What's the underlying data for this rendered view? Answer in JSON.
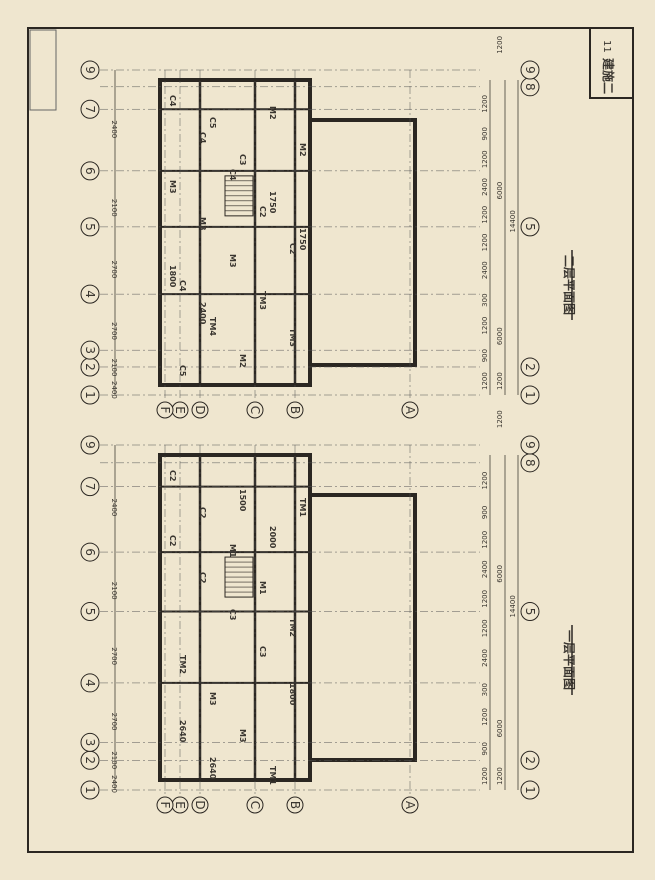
{
  "title_block": {
    "sheet_no": "11",
    "sheet_title": "建施二"
  },
  "plans": [
    {
      "title": "二层平面图",
      "total_dim": "14400",
      "dims_outer": [
        "1200",
        "900",
        "1200",
        "300",
        "2400",
        "1200",
        "1200",
        "2400",
        "1200",
        "900",
        "1200"
      ],
      "dims_mid": [
        "1200",
        "6000",
        "6000",
        "1200"
      ],
      "tags": [
        "C4",
        "C4",
        "C4",
        "C2",
        "C2",
        "C4",
        "TM4",
        "M2",
        "M2",
        "M2",
        "M3",
        "M3",
        "M3",
        "TM3",
        "TM3",
        "C5",
        "C5",
        "C3",
        "1750",
        "1750",
        "1800",
        "2400"
      ]
    },
    {
      "title": "一层平面图",
      "total_dim": "14400",
      "dims_outer": [
        "1200",
        "900",
        "1200",
        "300",
        "2400",
        "1200",
        "1200",
        "2400",
        "1200",
        "900",
        "1200"
      ],
      "dims_mid": [
        "1200",
        "6000",
        "6000",
        "1200"
      ],
      "tags": [
        "C2",
        "C2",
        "M1",
        "M1",
        "TM2",
        "TM2",
        "M3",
        "M3",
        "TM1",
        "TM1",
        "C2",
        "C2",
        "C3",
        "C3",
        "1800",
        "2640",
        "2640",
        "1500",
        "2000"
      ]
    }
  ],
  "axes_numbers": [
    "1",
    "2",
    "3",
    "4",
    "5",
    "6",
    "7",
    "8",
    "9"
  ],
  "axes_letters": [
    "A",
    "B",
    "C",
    "D",
    "E",
    "F"
  ],
  "left_dims": [
    "2400",
    "2100",
    "2700",
    "2700",
    "2100",
    "2400",
    "14400"
  ]
}
